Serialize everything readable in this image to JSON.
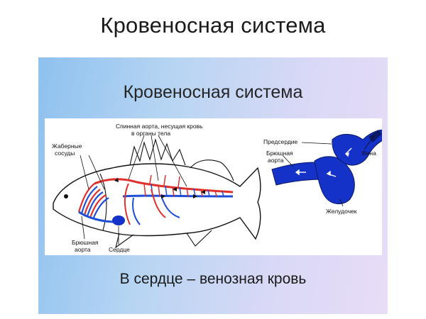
{
  "page": {
    "title": "Кровеносная система"
  },
  "slide": {
    "title": "Кровеносная система",
    "caption": "В сердце – венозная кровь"
  },
  "diagram": {
    "fish_labels": {
      "dorsal_aorta_line1": "Спинная аорта, несущая кровь",
      "dorsal_aorta_line2": "в органы тела",
      "gill_vessels_line1": "Жаберные",
      "gill_vessels_line2": "сосуды",
      "ventral_aorta_line1": "Брюшная",
      "ventral_aorta_line2": "аорта",
      "heart": "Сердце"
    },
    "heart_labels": {
      "atrium": "Предсердие",
      "vein": "Вена",
      "ventral_aorta_line1": "Брюшная",
      "ventral_aorta_line2": "аорта",
      "ventricle": "Желудочек"
    },
    "colors": {
      "arterial": "#e0302b",
      "venous": "#1f4fd8",
      "heart_fill": "#1432c8"
    }
  }
}
